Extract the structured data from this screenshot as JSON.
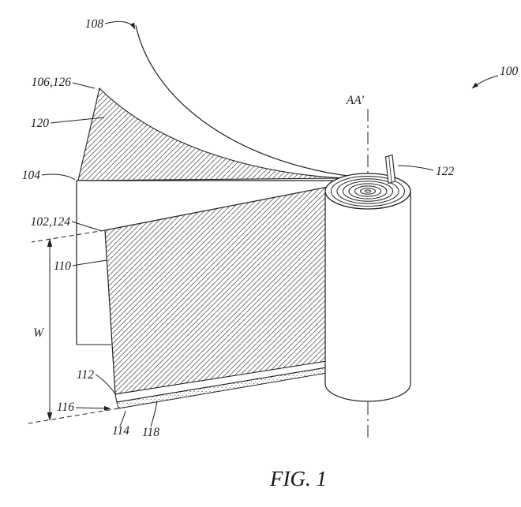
{
  "figure": {
    "caption": "FIG. 1",
    "axis_label": "AA'",
    "ink": "#1c1c1c",
    "background": "#ffffff",
    "labels": {
      "ref100": "100",
      "ref108": "108",
      "ref106_126": "106,126",
      "ref120": "120",
      "ref104": "104",
      "ref102_124": "102,124",
      "ref110": "110",
      "refW": "W",
      "ref112": "112",
      "ref116": "116",
      "ref114": "114",
      "ref118": "118",
      "ref122": "122"
    }
  }
}
